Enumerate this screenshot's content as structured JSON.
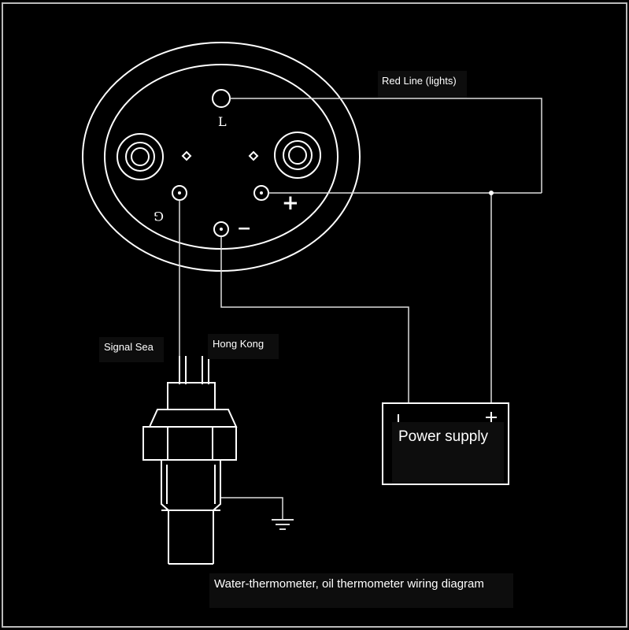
{
  "labels": {
    "red_line": "Red Line (lights)",
    "signal": "Signal Sea",
    "hong_kong": "Hong Kong",
    "power_supply": "Power supply",
    "caption": "Water-thermometer, oil thermometer wiring diagram"
  },
  "pins": {
    "l": "L",
    "g": "G",
    "plus": "+",
    "minus": "−"
  },
  "colors": {
    "background": "#000000",
    "line": "#ffffff",
    "label_bg": "#0d0d0d"
  }
}
